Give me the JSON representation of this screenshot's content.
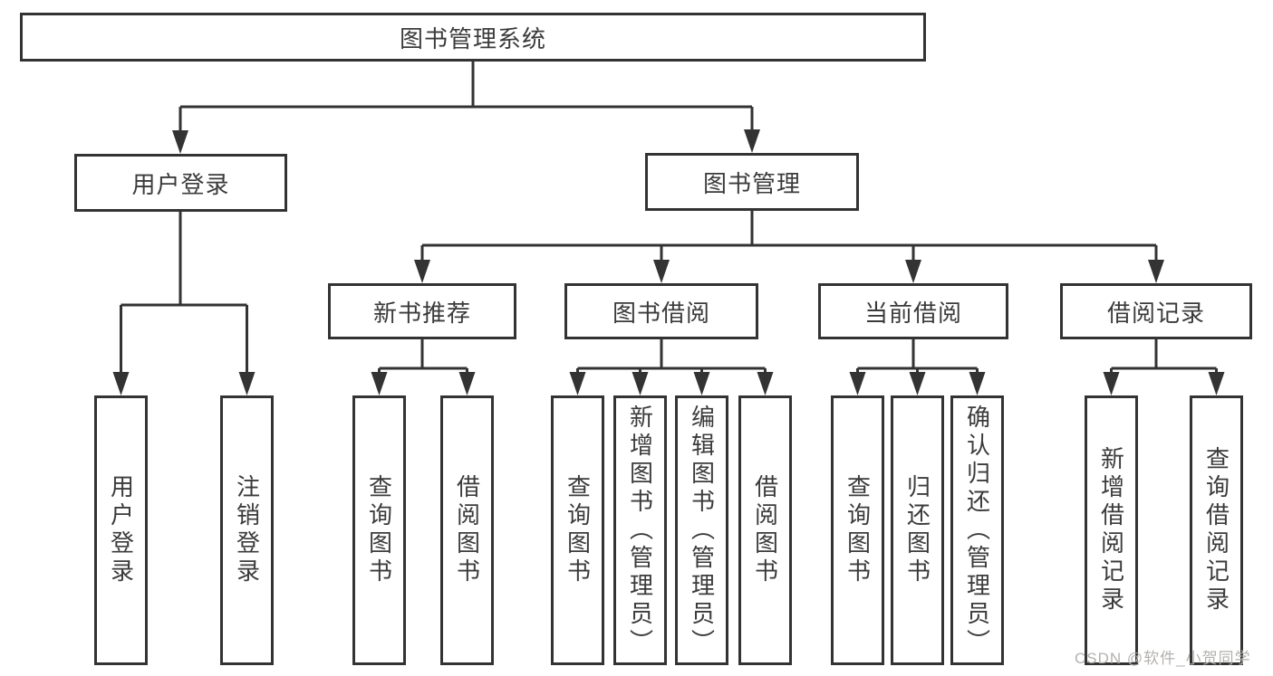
{
  "tree": {
    "label": "图书管理系统",
    "children": [
      {
        "label": "用户登录",
        "children": [
          {
            "label": "用户登录"
          },
          {
            "label": "注销登录"
          }
        ]
      },
      {
        "label": "图书管理",
        "children": [
          {
            "label": "新书推荐",
            "children": [
              {
                "label": "查询图书"
              },
              {
                "label": "借阅图书"
              }
            ]
          },
          {
            "label": "图书借阅",
            "children": [
              {
                "label": "查询图书"
              },
              {
                "label": "新增图书（管理员）"
              },
              {
                "label": "编辑图书（管理员）"
              },
              {
                "label": "借阅图书"
              }
            ]
          },
          {
            "label": "当前借阅",
            "children": [
              {
                "label": "查询图书"
              },
              {
                "label": "归还图书"
              },
              {
                "label": "确认归还（管理员）"
              }
            ]
          },
          {
            "label": "借阅记录",
            "children": [
              {
                "label": "新增借阅记录"
              },
              {
                "label": "查询借阅记录"
              }
            ]
          }
        ]
      }
    ]
  },
  "watermark": "CSDN @软件_小贺同学",
  "colors": {
    "line": "#333333",
    "text": "#3b3b3b",
    "box_background": "#ffffff",
    "watermark": "#b3b1ae"
  }
}
